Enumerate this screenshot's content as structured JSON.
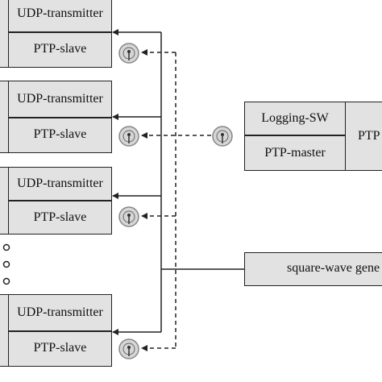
{
  "nodes": [
    {
      "id": "node1",
      "transmitter": "UDP-transmitter",
      "slave": "PTP-slave"
    },
    {
      "id": "node2",
      "transmitter": "UDP-transmitter",
      "slave": "PTP-slave"
    },
    {
      "id": "node3",
      "transmitter": "UDP-transmitter",
      "slave": "PTP-slave"
    },
    {
      "id": "node4",
      "transmitter": "UDP-transmitter",
      "slave": "PTP-slave"
    }
  ],
  "master": {
    "logging": "Logging-SW",
    "ptp_master": "PTP-master",
    "right_label": "PTP"
  },
  "generator": {
    "label": "square-wave gene"
  },
  "colors": {
    "box_fill": "#e2e2e2",
    "line": "#222222"
  },
  "icons": [
    "wireless-antenna-icon",
    "ellipsis-dots-icon"
  ]
}
